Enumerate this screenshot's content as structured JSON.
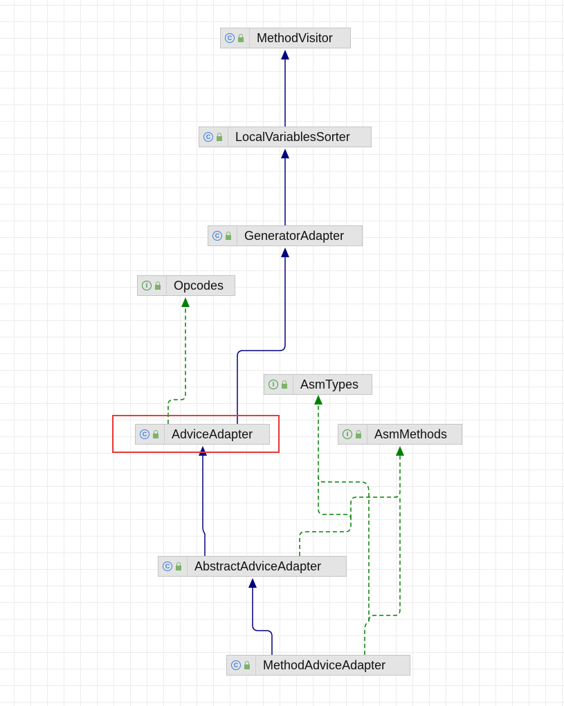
{
  "nodes": {
    "method_visitor": {
      "label": "MethodVisitor",
      "kind": "C"
    },
    "local_variables_sorter": {
      "label": "LocalVariablesSorter",
      "kind": "C"
    },
    "generator_adapter": {
      "label": "GeneratorAdapter",
      "kind": "C"
    },
    "opcodes": {
      "label": "Opcodes",
      "kind": "I"
    },
    "asm_types": {
      "label": "AsmTypes",
      "kind": "I"
    },
    "advice_adapter": {
      "label": "AdviceAdapter",
      "kind": "C"
    },
    "asm_methods": {
      "label": "AsmMethods",
      "kind": "I"
    },
    "abstract_advice_adapter": {
      "label": "AbstractAdviceAdapter",
      "kind": "C"
    },
    "method_advice_adapter": {
      "label": "MethodAdviceAdapter",
      "kind": "C"
    }
  },
  "colors": {
    "extends": "#00007f",
    "implements": "#008000",
    "highlight": "#e83a3a"
  }
}
